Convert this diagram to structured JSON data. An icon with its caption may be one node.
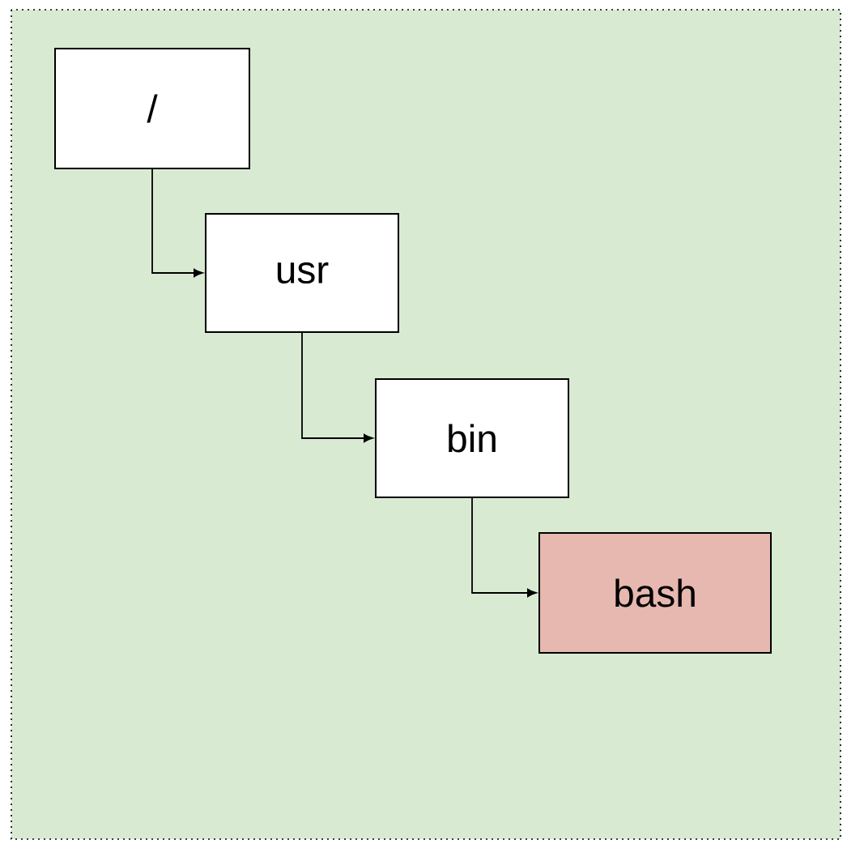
{
  "diagram": {
    "nodes": [
      {
        "text": [
          "/"
        ]
      },
      {
        "text": [
          "usr"
        ]
      },
      {
        "text": [
          "bin"
        ]
      },
      {
        "text": [
          "bash"
        ]
      }
    ],
    "edges": [
      {
        "from": 0,
        "to": 1,
        "arrow": "to"
      },
      {
        "from": 1,
        "to": 2,
        "arrow": "to"
      },
      {
        "from": 2,
        "to": 3,
        "arrow": "to"
      }
    ]
  }
}
